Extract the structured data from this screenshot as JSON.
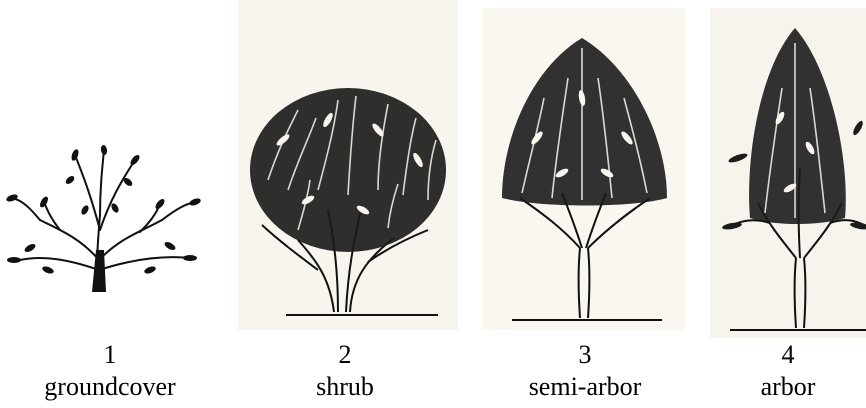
{
  "plants": [
    {
      "number": "1",
      "label": "groundcover"
    },
    {
      "number": "2",
      "label": "shrub"
    },
    {
      "number": "3",
      "label": "semi-arbor"
    },
    {
      "number": "4",
      "label": "arbor"
    }
  ],
  "colors": {
    "ink": "#111111",
    "background": "#ffffff",
    "panel_paper": "#f8f4ee"
  }
}
